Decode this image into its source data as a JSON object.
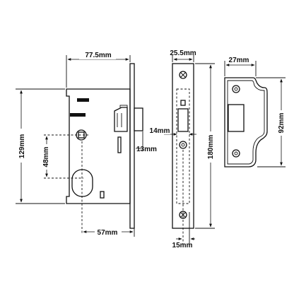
{
  "dimensions": {
    "case_width": "77.5mm",
    "case_height": "129mm",
    "centres": "48mm",
    "backset": "57mm",
    "latch_projection": "13mm",
    "forend_width": "25.5mm",
    "forend_height": "180mm",
    "forend_thickness": "14mm",
    "screw_offset": "15mm",
    "keep_width": "27mm",
    "keep_height": "92mm"
  },
  "colors": {
    "line": "#111111",
    "background": "#ffffff"
  }
}
